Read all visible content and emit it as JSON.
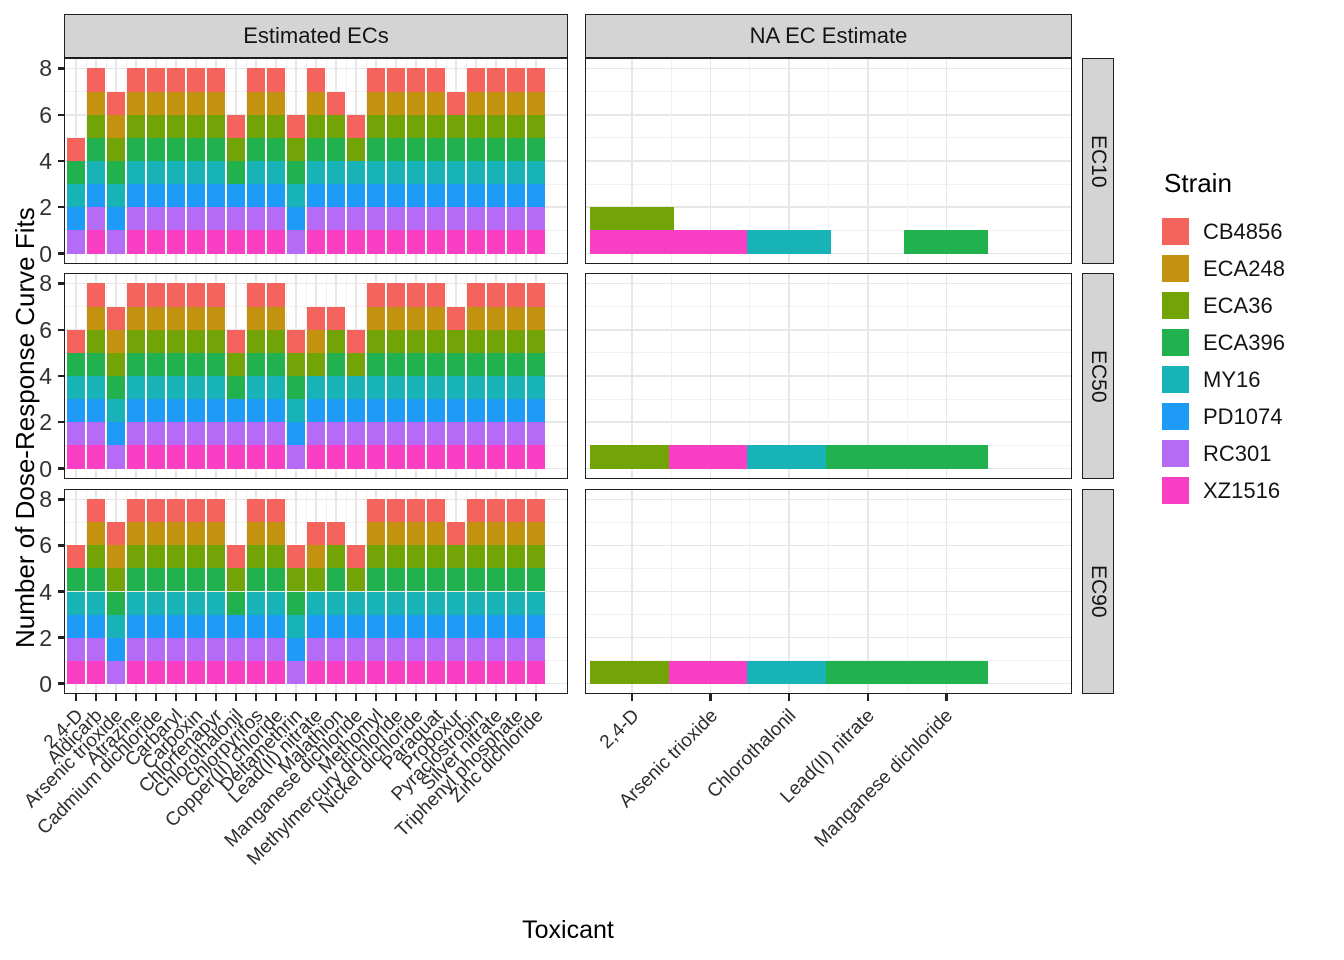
{
  "figure": {
    "x_title": "Toxicant",
    "y_title": "Number of Dose-Response Curve Fits",
    "col_facets": [
      "Estimated ECs",
      "NA EC Estimate"
    ],
    "row_facets": [
      "EC10",
      "EC50",
      "EC90"
    ],
    "strip_bg": "#d4d4d4",
    "panel_border": "#1f1f1f"
  },
  "legend": {
    "title": "Strain",
    "entries": [
      {
        "label": "CB4856",
        "color": "#f4635c"
      },
      {
        "label": "ECA248",
        "color": "#c3920e"
      },
      {
        "label": "ECA36",
        "color": "#72a307"
      },
      {
        "label": "ECA396",
        "color": "#21b24f"
      },
      {
        "label": "MY16",
        "color": "#17b3b7"
      },
      {
        "label": "PD1074",
        "color": "#1e9bf7"
      },
      {
        "label": "RC301",
        "color": "#b56bf5"
      },
      {
        "label": "XZ1516",
        "color": "#fa3fc5"
      }
    ]
  },
  "chart_data": {
    "type": "bar",
    "stacked": true,
    "note": "Each stacked segment = 1 dose-response curve fit for that strain; segments listed bottom to top.",
    "ylim": [
      0,
      8
    ],
    "y_ticks": [
      0,
      2,
      4,
      6,
      8
    ],
    "xlabel": "Toxicant",
    "ylabel": "Number of Dose-Response Curve Fits",
    "stack_order_bottom_to_top": [
      "XZ1516",
      "RC301",
      "PD1074",
      "MY16",
      "ECA396",
      "ECA36",
      "ECA248",
      "CB4856"
    ],
    "col_facets": [
      {
        "label": "Estimated ECs",
        "categories": [
          "2,4-D",
          "Aldicarb",
          "Arsenic trioxide",
          "Atrazine",
          "Cadmium dichloride",
          "Carbaryl",
          "Carboxin",
          "Chlorfenapyr",
          "Chlorothalonil",
          "Chlorpyrifos",
          "Copper(II) chloride",
          "Deltamethrin",
          "Lead(II) nitrate",
          "Malathion",
          "Manganese dichloride",
          "Methomyl",
          "Methylmercury dichloride",
          "Nickel dichloride",
          "Paraquat",
          "Propoxur",
          "Pyraclostrobin",
          "Silver nitrate",
          "Triphenyl phosphate",
          "Zinc dichloride"
        ],
        "stacks_by_row": {
          "EC10": [
            [
              "RC301",
              "PD1074",
              "MY16",
              "ECA396",
              "CB4856"
            ],
            [
              "XZ1516",
              "RC301",
              "PD1074",
              "MY16",
              "ECA396",
              "ECA36",
              "ECA248",
              "CB4856"
            ],
            [
              "RC301",
              "PD1074",
              "MY16",
              "ECA396",
              "ECA36",
              "ECA248",
              "CB4856"
            ],
            [
              "XZ1516",
              "RC301",
              "PD1074",
              "MY16",
              "ECA396",
              "ECA36",
              "ECA248",
              "CB4856"
            ],
            [
              "XZ1516",
              "RC301",
              "PD1074",
              "MY16",
              "ECA396",
              "ECA36",
              "ECA248",
              "CB4856"
            ],
            [
              "XZ1516",
              "RC301",
              "PD1074",
              "MY16",
              "ECA396",
              "ECA36",
              "ECA248",
              "CB4856"
            ],
            [
              "XZ1516",
              "RC301",
              "PD1074",
              "MY16",
              "ECA396",
              "ECA36",
              "ECA248",
              "CB4856"
            ],
            [
              "XZ1516",
              "RC301",
              "PD1074",
              "MY16",
              "ECA396",
              "ECA36",
              "ECA248",
              "CB4856"
            ],
            [
              "XZ1516",
              "RC301",
              "PD1074",
              "ECA396",
              "ECA36",
              "CB4856"
            ],
            [
              "XZ1516",
              "RC301",
              "PD1074",
              "MY16",
              "ECA396",
              "ECA36",
              "ECA248",
              "CB4856"
            ],
            [
              "XZ1516",
              "RC301",
              "PD1074",
              "MY16",
              "ECA396",
              "ECA36",
              "ECA248",
              "CB4856"
            ],
            [
              "RC301",
              "PD1074",
              "MY16",
              "ECA396",
              "ECA36",
              "CB4856"
            ],
            [
              "XZ1516",
              "RC301",
              "PD1074",
              "MY16",
              "ECA396",
              "ECA36",
              "ECA248",
              "CB4856"
            ],
            [
              "XZ1516",
              "RC301",
              "PD1074",
              "MY16",
              "ECA396",
              "ECA36",
              "CB4856"
            ],
            [
              "XZ1516",
              "RC301",
              "PD1074",
              "MY16",
              "ECA36",
              "CB4856"
            ],
            [
              "XZ1516",
              "RC301",
              "PD1074",
              "MY16",
              "ECA396",
              "ECA36",
              "ECA248",
              "CB4856"
            ],
            [
              "XZ1516",
              "RC301",
              "PD1074",
              "MY16",
              "ECA396",
              "ECA36",
              "ECA248",
              "CB4856"
            ],
            [
              "XZ1516",
              "RC301",
              "PD1074",
              "MY16",
              "ECA396",
              "ECA36",
              "ECA248",
              "CB4856"
            ],
            [
              "XZ1516",
              "RC301",
              "PD1074",
              "MY16",
              "ECA396",
              "ECA36",
              "ECA248",
              "CB4856"
            ],
            [
              "XZ1516",
              "RC301",
              "PD1074",
              "MY16",
              "ECA396",
              "ECA36",
              "CB4856"
            ],
            [
              "XZ1516",
              "RC301",
              "PD1074",
              "MY16",
              "ECA396",
              "ECA36",
              "ECA248",
              "CB4856"
            ],
            [
              "XZ1516",
              "RC301",
              "PD1074",
              "MY16",
              "ECA396",
              "ECA36",
              "ECA248",
              "CB4856"
            ],
            [
              "XZ1516",
              "RC301",
              "PD1074",
              "MY16",
              "ECA396",
              "ECA36",
              "ECA248",
              "CB4856"
            ],
            [
              "XZ1516",
              "RC301",
              "PD1074",
              "MY16",
              "ECA396",
              "ECA36",
              "ECA248",
              "CB4856"
            ]
          ],
          "EC50": [
            [
              "XZ1516",
              "RC301",
              "PD1074",
              "MY16",
              "ECA396",
              "CB4856"
            ],
            [
              "XZ1516",
              "RC301",
              "PD1074",
              "MY16",
              "ECA396",
              "ECA36",
              "ECA248",
              "CB4856"
            ],
            [
              "RC301",
              "PD1074",
              "MY16",
              "ECA396",
              "ECA36",
              "ECA248",
              "CB4856"
            ],
            [
              "XZ1516",
              "RC301",
              "PD1074",
              "MY16",
              "ECA396",
              "ECA36",
              "ECA248",
              "CB4856"
            ],
            [
              "XZ1516",
              "RC301",
              "PD1074",
              "MY16",
              "ECA396",
              "ECA36",
              "ECA248",
              "CB4856"
            ],
            [
              "XZ1516",
              "RC301",
              "PD1074",
              "MY16",
              "ECA396",
              "ECA36",
              "ECA248",
              "CB4856"
            ],
            [
              "XZ1516",
              "RC301",
              "PD1074",
              "MY16",
              "ECA396",
              "ECA36",
              "ECA248",
              "CB4856"
            ],
            [
              "XZ1516",
              "RC301",
              "PD1074",
              "MY16",
              "ECA396",
              "ECA36",
              "ECA248",
              "CB4856"
            ],
            [
              "XZ1516",
              "RC301",
              "PD1074",
              "ECA396",
              "ECA36",
              "CB4856"
            ],
            [
              "XZ1516",
              "RC301",
              "PD1074",
              "MY16",
              "ECA396",
              "ECA36",
              "ECA248",
              "CB4856"
            ],
            [
              "XZ1516",
              "RC301",
              "PD1074",
              "MY16",
              "ECA396",
              "ECA36",
              "ECA248",
              "CB4856"
            ],
            [
              "RC301",
              "PD1074",
              "MY16",
              "ECA396",
              "ECA36",
              "CB4856"
            ],
            [
              "XZ1516",
              "RC301",
              "PD1074",
              "MY16",
              "ECA36",
              "ECA248",
              "CB4856"
            ],
            [
              "XZ1516",
              "RC301",
              "PD1074",
              "MY16",
              "ECA396",
              "ECA36",
              "CB4856"
            ],
            [
              "XZ1516",
              "RC301",
              "PD1074",
              "MY16",
              "ECA36",
              "CB4856"
            ],
            [
              "XZ1516",
              "RC301",
              "PD1074",
              "MY16",
              "ECA396",
              "ECA36",
              "ECA248",
              "CB4856"
            ],
            [
              "XZ1516",
              "RC301",
              "PD1074",
              "MY16",
              "ECA396",
              "ECA36",
              "ECA248",
              "CB4856"
            ],
            [
              "XZ1516",
              "RC301",
              "PD1074",
              "MY16",
              "ECA396",
              "ECA36",
              "ECA248",
              "CB4856"
            ],
            [
              "XZ1516",
              "RC301",
              "PD1074",
              "MY16",
              "ECA396",
              "ECA36",
              "ECA248",
              "CB4856"
            ],
            [
              "XZ1516",
              "RC301",
              "PD1074",
              "MY16",
              "ECA396",
              "ECA36",
              "CB4856"
            ],
            [
              "XZ1516",
              "RC301",
              "PD1074",
              "MY16",
              "ECA396",
              "ECA36",
              "ECA248",
              "CB4856"
            ],
            [
              "XZ1516",
              "RC301",
              "PD1074",
              "MY16",
              "ECA396",
              "ECA36",
              "ECA248",
              "CB4856"
            ],
            [
              "XZ1516",
              "RC301",
              "PD1074",
              "MY16",
              "ECA396",
              "ECA36",
              "ECA248",
              "CB4856"
            ],
            [
              "XZ1516",
              "RC301",
              "PD1074",
              "MY16",
              "ECA396",
              "ECA36",
              "ECA248",
              "CB4856"
            ]
          ],
          "EC90": [
            [
              "XZ1516",
              "RC301",
              "PD1074",
              "MY16",
              "ECA396",
              "CB4856"
            ],
            [
              "XZ1516",
              "RC301",
              "PD1074",
              "MY16",
              "ECA396",
              "ECA36",
              "ECA248",
              "CB4856"
            ],
            [
              "RC301",
              "PD1074",
              "MY16",
              "ECA396",
              "ECA36",
              "ECA248",
              "CB4856"
            ],
            [
              "XZ1516",
              "RC301",
              "PD1074",
              "MY16",
              "ECA396",
              "ECA36",
              "ECA248",
              "CB4856"
            ],
            [
              "XZ1516",
              "RC301",
              "PD1074",
              "MY16",
              "ECA396",
              "ECA36",
              "ECA248",
              "CB4856"
            ],
            [
              "XZ1516",
              "RC301",
              "PD1074",
              "MY16",
              "ECA396",
              "ECA36",
              "ECA248",
              "CB4856"
            ],
            [
              "XZ1516",
              "RC301",
              "PD1074",
              "MY16",
              "ECA396",
              "ECA36",
              "ECA248",
              "CB4856"
            ],
            [
              "XZ1516",
              "RC301",
              "PD1074",
              "MY16",
              "ECA396",
              "ECA36",
              "ECA248",
              "CB4856"
            ],
            [
              "XZ1516",
              "RC301",
              "PD1074",
              "ECA396",
              "ECA36",
              "CB4856"
            ],
            [
              "XZ1516",
              "RC301",
              "PD1074",
              "MY16",
              "ECA396",
              "ECA36",
              "ECA248",
              "CB4856"
            ],
            [
              "XZ1516",
              "RC301",
              "PD1074",
              "MY16",
              "ECA396",
              "ECA36",
              "ECA248",
              "CB4856"
            ],
            [
              "RC301",
              "PD1074",
              "MY16",
              "ECA396",
              "ECA36",
              "CB4856"
            ],
            [
              "XZ1516",
              "RC301",
              "PD1074",
              "MY16",
              "ECA36",
              "ECA248",
              "CB4856"
            ],
            [
              "XZ1516",
              "RC301",
              "PD1074",
              "MY16",
              "ECA396",
              "ECA36",
              "CB4856"
            ],
            [
              "XZ1516",
              "RC301",
              "PD1074",
              "MY16",
              "ECA36",
              "CB4856"
            ],
            [
              "XZ1516",
              "RC301",
              "PD1074",
              "MY16",
              "ECA396",
              "ECA36",
              "ECA248",
              "CB4856"
            ],
            [
              "XZ1516",
              "RC301",
              "PD1074",
              "MY16",
              "ECA396",
              "ECA36",
              "ECA248",
              "CB4856"
            ],
            [
              "XZ1516",
              "RC301",
              "PD1074",
              "MY16",
              "ECA396",
              "ECA36",
              "ECA248",
              "CB4856"
            ],
            [
              "XZ1516",
              "RC301",
              "PD1074",
              "MY16",
              "ECA396",
              "ECA36",
              "ECA248",
              "CB4856"
            ],
            [
              "XZ1516",
              "RC301",
              "PD1074",
              "MY16",
              "ECA396",
              "ECA36",
              "CB4856"
            ],
            [
              "XZ1516",
              "RC301",
              "PD1074",
              "MY16",
              "ECA396",
              "ECA36",
              "ECA248",
              "CB4856"
            ],
            [
              "XZ1516",
              "RC301",
              "PD1074",
              "MY16",
              "ECA396",
              "ECA36",
              "ECA248",
              "CB4856"
            ],
            [
              "XZ1516",
              "RC301",
              "PD1074",
              "MY16",
              "ECA396",
              "ECA36",
              "ECA248",
              "CB4856"
            ],
            [
              "XZ1516",
              "RC301",
              "PD1074",
              "MY16",
              "ECA396",
              "ECA36",
              "ECA248",
              "CB4856"
            ]
          ]
        }
      },
      {
        "label": "NA EC Estimate",
        "categories": [
          "2,4-D",
          "Arsenic trioxide",
          "Chlorothalonil",
          "Lead(II) nitrate",
          "Manganese dichloride"
        ],
        "stacks_by_row": {
          "EC10": [
            [
              "XZ1516",
              "ECA36"
            ],
            [
              "XZ1516"
            ],
            [
              "MY16"
            ],
            [],
            [
              "ECA396"
            ]
          ],
          "EC50": [
            [
              "ECA36"
            ],
            [
              "XZ1516"
            ],
            [
              "MY16"
            ],
            [
              "ECA396"
            ],
            [
              "ECA396"
            ]
          ],
          "EC90": [
            [
              "ECA36"
            ],
            [
              "XZ1516"
            ],
            [
              "MY16"
            ],
            [
              "ECA396"
            ],
            [
              "ECA396"
            ]
          ]
        }
      }
    ]
  }
}
